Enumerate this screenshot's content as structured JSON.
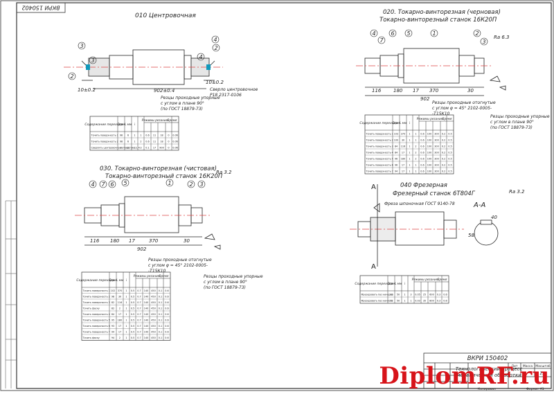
{
  "stamp_code": "ВКРИ 150402",
  "ops": {
    "op010": {
      "title": "010 Центровочная",
      "note": [
        "Резцы проходные упорные",
        "с углом в плане 90°",
        "(по ГОСТ 18879-73)"
      ],
      "note2": [
        "Сверло центровочное",
        "Р18 2317-0106"
      ],
      "dims": [
        "902±0.4",
        "10±0.2",
        "10±0.2"
      ],
      "callouts": [
        "3",
        "4",
        "2",
        "4",
        "2",
        "3"
      ]
    },
    "op020": {
      "title": "020. Токарно-винторезная (черновая)",
      "subtitle": "Токарно-винторезный станок 16К20П",
      "ra": "Ra 6.3",
      "note": [
        "Резцы проходные отогнутые",
        "с углом φ = 45° 2102-0005-",
        "-Т15К10"
      ],
      "note2": [
        "Резцы проходные упорные",
        "с углом в плане 90°",
        "(по ГОСТ 18879-73)"
      ],
      "dims": [
        "116",
        "180",
        "17",
        "370",
        "30",
        "902"
      ],
      "callouts": [
        "4",
        "7",
        "6",
        "5",
        "1",
        "2",
        "3"
      ]
    },
    "op030": {
      "title": "030. Токарно-винторезная (чистовая)",
      "subtitle": "Токарно-винторезный станок 16К20П",
      "ra": "Ra 3.2",
      "note": [
        "Резцы проходные отогнутые",
        "с углом φ = 45° 2102-0005-",
        "-Т15К10"
      ],
      "note2": [
        "Резцы проходные упорные",
        "с углом в плане 90°",
        "(по ГОСТ 18879-73)"
      ],
      "dims": [
        "116",
        "180",
        "17",
        "370",
        "30",
        "902"
      ],
      "callouts": [
        "4",
        "7",
        "6",
        "5",
        "1",
        "2",
        "3"
      ]
    },
    "op040": {
      "title": "040 Фрезерная",
      "subtitle": "Фрезерный станок 6Т804Г",
      "note": "Фреза шпоночная ГОСТ 9140-78",
      "ra": "Ra 3.2",
      "section": "А-А",
      "marks": [
        "А",
        "А"
      ],
      "dims": [
        "40",
        "58"
      ]
    }
  },
  "table_headers": {
    "content": "Содержание перехода",
    "d": "D мм",
    "l": "L мм",
    "i": "i",
    "t": "t мм",
    "modes": "Режимы резания",
    "time": "Время"
  },
  "tables": {
    "t010": {
      "rows": [
        [
          "Точить поверхность 1",
          "98",
          "6",
          "1",
          "1",
          "0.6",
          "11",
          "18",
          "0",
          "0.06"
        ],
        [
          "Точить поверхность 2",
          "98",
          "6",
          "1",
          "2",
          "0.6",
          "11",
          "18",
          "0",
          "0.06"
        ],
        [
          "Сверлить центровочное отверстие 3, 4",
          "6",
          "12",
          "1",
          "3",
          "0.1",
          "17",
          "900",
          "0",
          "0.06"
        ]
      ]
    },
    "t020": {
      "rows": [
        [
          "Точить поверхность 1",
          "103",
          "370",
          "1",
          "1",
          "0.6",
          "100",
          "300",
          "0.2",
          "0.5"
        ],
        [
          "Точить поверхность 2",
          "100",
          "30",
          "1",
          "1",
          "0.6",
          "100",
          "300",
          "0.2",
          "0.5"
        ],
        [
          "Точить поверхность 3",
          "84",
          "116",
          "1",
          "2",
          "0.6",
          "100",
          "300",
          "0.2",
          "0.5"
        ],
        [
          "Точить поверхность 4",
          "84",
          "17",
          "1",
          "2",
          "0.6",
          "100",
          "300",
          "0.2",
          "0.5"
        ],
        [
          "Точить поверхность 5",
          "96",
          "180",
          "1",
          "2",
          "0.6",
          "100",
          "300",
          "0.2",
          "0.5"
        ],
        [
          "Точить поверхность 6",
          "96",
          "17",
          "1",
          "1",
          "0.6",
          "100",
          "300",
          "0.2",
          "0.5"
        ],
        [
          "Точить поверхность 7",
          "94",
          "17",
          "1",
          "1",
          "0.6",
          "100",
          "300",
          "0.2",
          "0.5"
        ]
      ]
    },
    "t030": {
      "rows": [
        [
          "Точить поверхность 1",
          "102",
          "370",
          "1",
          "0.5",
          "0.7",
          "140",
          "450",
          "0.1",
          "0.6"
        ],
        [
          "Точить поверхность 2",
          "98",
          "30",
          "1",
          "0.5",
          "0.7",
          "140",
          "450",
          "0.1",
          "0.6"
        ],
        [
          "Точить поверхность 3",
          "82",
          "116",
          "1",
          "0.5",
          "0.7",
          "140",
          "450",
          "0.1",
          "0.6"
        ],
        [
          "Точить фаску",
          "82",
          "2",
          "1",
          "0.5",
          "0.7",
          "140",
          "450",
          "0.1",
          "0.6"
        ],
        [
          "Точить поверхность 4",
          "84",
          "17",
          "1",
          "0.5",
          "0.7",
          "140",
          "450",
          "0.1",
          "0.6"
        ],
        [
          "Точить поверхность 5",
          "95",
          "180",
          "1",
          "0.5",
          "0.7",
          "140",
          "450",
          "0.1",
          "0.6"
        ],
        [
          "Точить поверхность 6",
          "93",
          "17",
          "1",
          "0.5",
          "0.7",
          "140",
          "450",
          "0.1",
          "0.6"
        ],
        [
          "Точить поверхность 7",
          "94",
          "17",
          "1",
          "0.5",
          "0.7",
          "140",
          "450",
          "0.1",
          "0.6"
        ],
        [
          "Точить фаску",
          "94",
          "2",
          "1",
          "0.5",
          "0.7",
          "140",
          "450",
          "0.1",
          "0.6"
        ]
      ]
    },
    "t040": {
      "rows": [
        [
          "Фрезеровать паз начерно",
          "12",
          "50",
          "1",
          "3",
          "0.05",
          "25",
          "600",
          "0.3",
          "0.6"
        ],
        [
          "Фрезеровать паз начисто",
          "12",
          "50",
          "1",
          "1",
          "0.03",
          "35",
          "800",
          "0.3",
          "0.6"
        ]
      ]
    }
  },
  "title_block": {
    "code": "ВКРИ 150402",
    "name": [
      "Технологический процесс",
      "механической обработки"
    ],
    "labels": [
      "Лит",
      "Масса",
      "Масштаб"
    ],
    "scale": "1:1",
    "footer": [
      "Копировал",
      "Формат А1"
    ]
  },
  "watermark": "DiplomRF.ru"
}
